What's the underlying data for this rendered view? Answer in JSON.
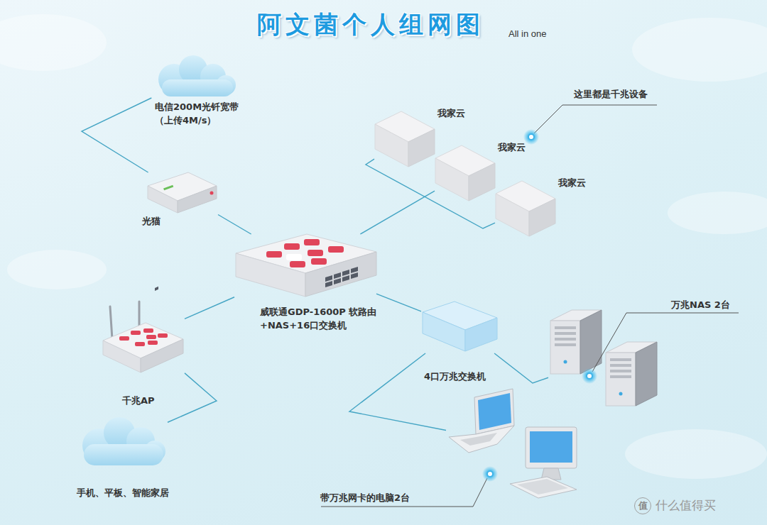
{
  "diagram": {
    "title": "阿文菌个人组网图",
    "nodes": [
      {
        "text": [
          "电信200M光钎宽带 （上传4M/s）"
        ]
      },
      {
        "text": [
          "光猫"
        ]
      },
      {
        "text": [
          "威联通GDP-1600P 软路由+NAS+16口交换机"
        ]
      },
      {
        "text": [
          "我家云"
        ]
      },
      {
        "text": [
          "我家云"
        ]
      },
      {
        "text": [
          "我家云"
        ]
      },
      {
        "text": [
          "千兆AP"
        ]
      },
      {
        "text": [
          "手机、平板、智能家居"
        ]
      },
      {
        "text": [
          "4口万兆交换机"
        ]
      },
      {
        "text": [
          "万兆NAS 2台"
        ]
      },
      {
        "text": [
          "带万兆网卡的电脑2台"
        ]
      }
    ],
    "edges": [
      {
        "from": 0,
        "to": 1,
        "arrow": "none"
      },
      {
        "from": 1,
        "to": 2,
        "arrow": "none"
      },
      {
        "from": 2,
        "to": 4,
        "arrow": "none"
      },
      {
        "from": 3,
        "to": 5,
        "arrow": "none"
      },
      {
        "from": 2,
        "to": 6,
        "arrow": "none"
      },
      {
        "from": 6,
        "to": 7,
        "arrow": "none"
      },
      {
        "from": 2,
        "to": 8,
        "arrow": "none"
      },
      {
        "from": 8,
        "to": 9,
        "arrow": "none"
      },
      {
        "from": 8,
        "to": 10,
        "arrow": "none"
      }
    ],
    "labels": [
      "这里都是千兆设备",
      "All in one",
      "值",
      "什么值得买"
    ]
  }
}
